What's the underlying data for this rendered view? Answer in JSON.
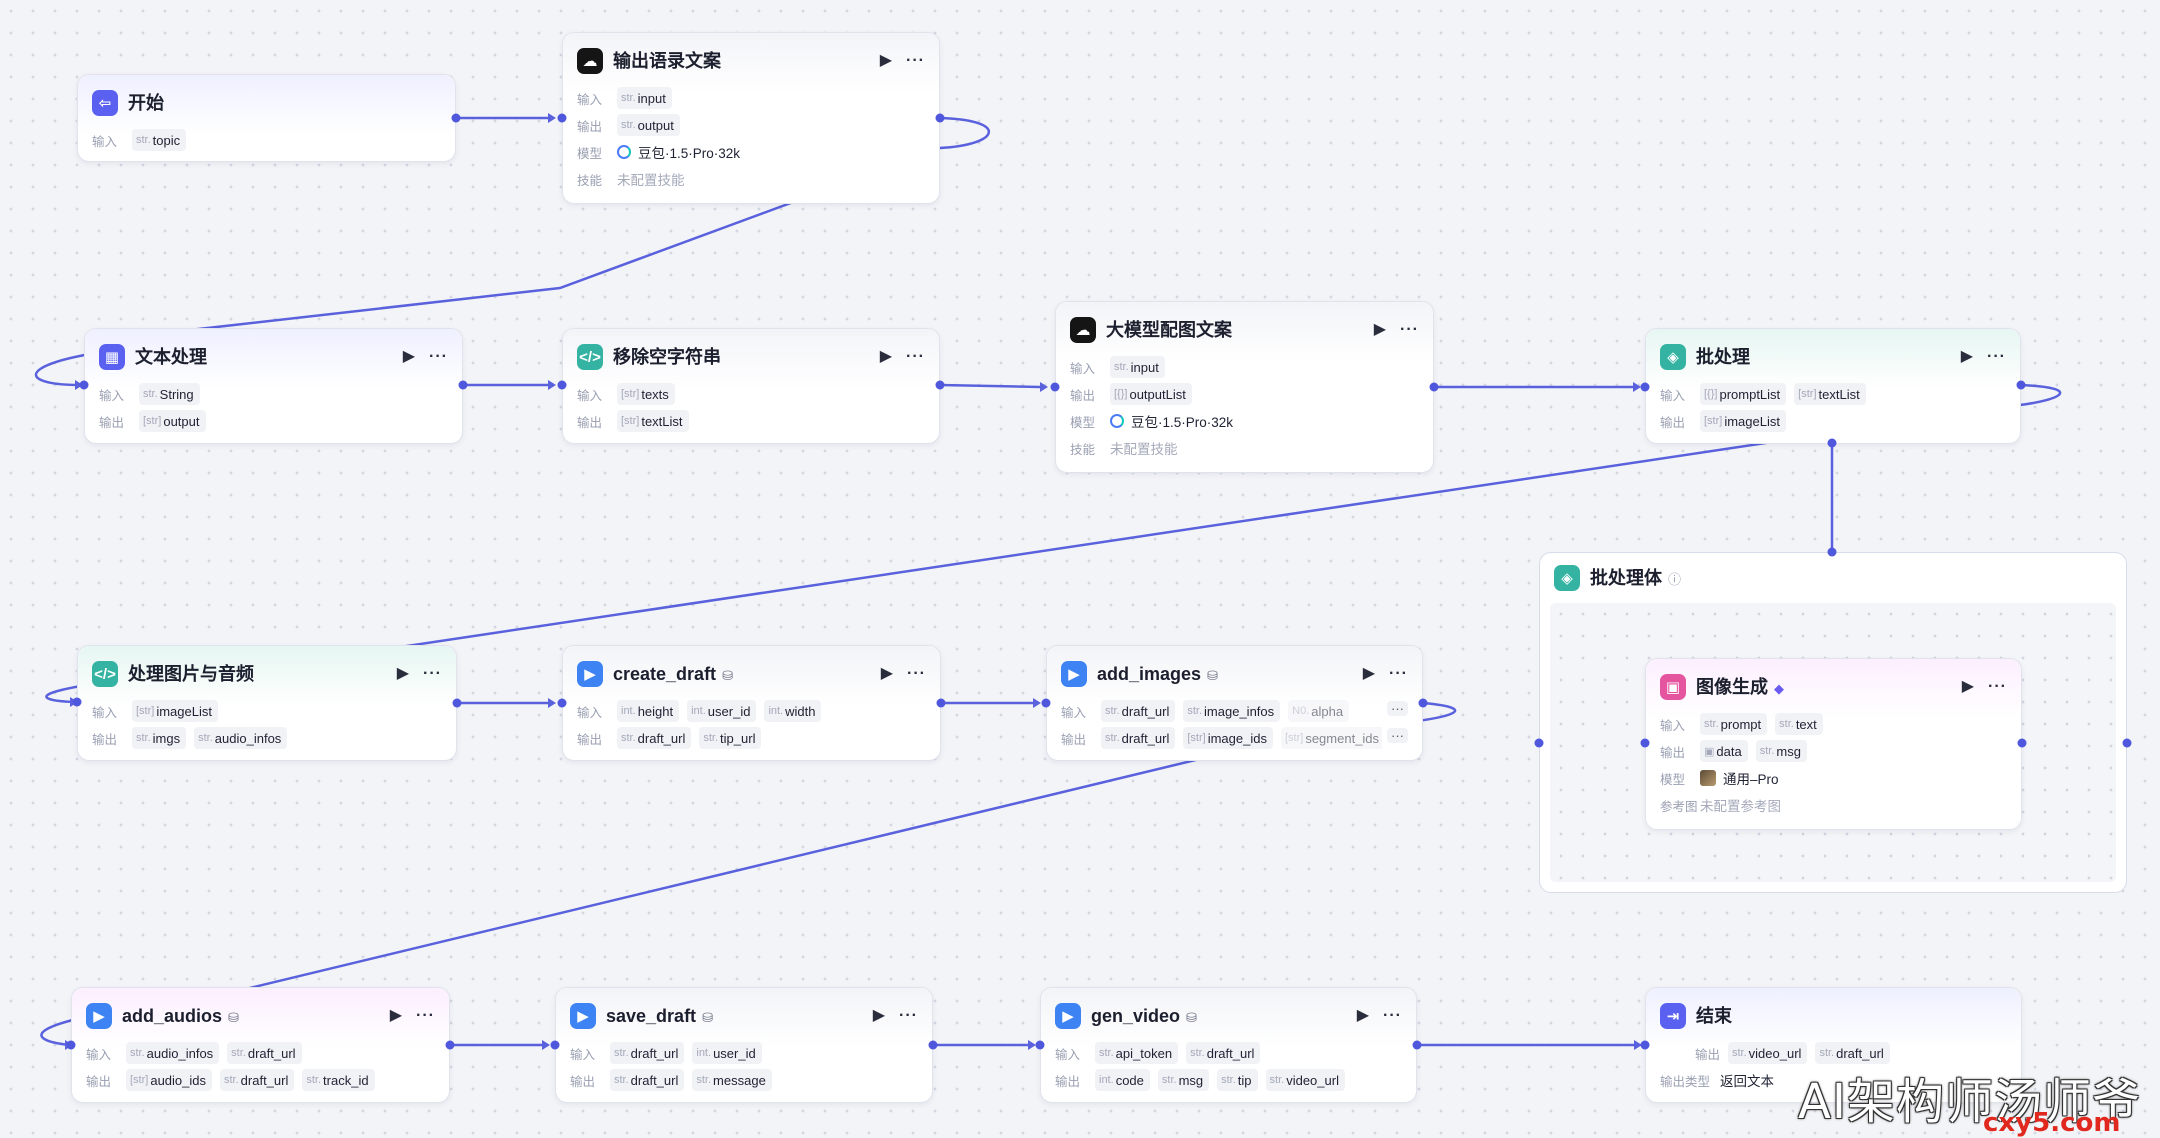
{
  "labels": {
    "input": "输入",
    "output": "输出",
    "model": "模型",
    "skill": "技能",
    "ref_image": "参考图",
    "output_type": "输出类型"
  },
  "nodes": {
    "start": {
      "title": "开始",
      "inputs": [
        {
          "t": "str.",
          "v": "topic"
        }
      ]
    },
    "quote": {
      "title": "输出语录文案",
      "inputs": [
        {
          "t": "str.",
          "v": "input"
        }
      ],
      "outputs": [
        {
          "t": "str.",
          "v": "output"
        }
      ],
      "model": "豆包·1.5·Pro·32k",
      "skill": "未配置技能"
    },
    "text_proc": {
      "title": "文本处理",
      "inputs": [
        {
          "t": "str.",
          "v": "String"
        }
      ],
      "outputs": [
        {
          "t": "[str]",
          "v": "output"
        }
      ]
    },
    "remove_empty": {
      "title": "移除空字符串",
      "inputs": [
        {
          "t": "[str]",
          "v": "texts"
        }
      ],
      "outputs": [
        {
          "t": "[str]",
          "v": "textList"
        }
      ]
    },
    "llm_caption": {
      "title": "大模型配图文案",
      "inputs": [
        {
          "t": "str.",
          "v": "input"
        }
      ],
      "outputs": [
        {
          "t": "[{}]",
          "v": "outputList"
        }
      ],
      "model": "豆包·1.5·Pro·32k",
      "skill": "未配置技能"
    },
    "batch": {
      "title": "批处理",
      "inputs": [
        {
          "t": "[{}]",
          "v": "promptList"
        },
        {
          "t": "[str]",
          "v": "textList"
        }
      ],
      "outputs": [
        {
          "t": "[str]",
          "v": "imageList"
        }
      ]
    },
    "batch_body": {
      "title": "批处理体",
      "info": "ⓘ"
    },
    "image_gen": {
      "title": "图像生成",
      "inputs": [
        {
          "t": "str.",
          "v": "prompt"
        },
        {
          "t": "str.",
          "v": "text"
        }
      ],
      "outputs": [
        {
          "t": "▣",
          "v": "data"
        },
        {
          "t": "str.",
          "v": "msg"
        }
      ],
      "model": "通用–Pro",
      "ref_image": "未配置参考图"
    },
    "proc_media": {
      "title": "处理图片与音频",
      "inputs": [
        {
          "t": "[str]",
          "v": "imageList"
        }
      ],
      "outputs": [
        {
          "t": "str.",
          "v": "imgs"
        },
        {
          "t": "str.",
          "v": "audio_infos"
        }
      ]
    },
    "create_draft": {
      "title": "create_draft",
      "inputs": [
        {
          "t": "int.",
          "v": "height"
        },
        {
          "t": "int.",
          "v": "user_id"
        },
        {
          "t": "int.",
          "v": "width"
        }
      ],
      "outputs": [
        {
          "t": "str.",
          "v": "draft_url"
        },
        {
          "t": "str.",
          "v": "tip_url"
        }
      ]
    },
    "add_images": {
      "title": "add_images",
      "inputs": [
        {
          "t": "str.",
          "v": "draft_url"
        },
        {
          "t": "str.",
          "v": "image_infos"
        },
        {
          "t": "N0.",
          "v": "alpha"
        }
      ],
      "outputs": [
        {
          "t": "str.",
          "v": "draft_url"
        },
        {
          "t": "[str]",
          "v": "image_ids"
        },
        {
          "t": "[str]",
          "v": "segment_ids"
        }
      ]
    },
    "add_audios": {
      "title": "add_audios",
      "inputs": [
        {
          "t": "str.",
          "v": "audio_infos"
        },
        {
          "t": "str.",
          "v": "draft_url"
        }
      ],
      "outputs": [
        {
          "t": "[str]",
          "v": "audio_ids"
        },
        {
          "t": "str.",
          "v": "draft_url"
        },
        {
          "t": "str.",
          "v": "track_id"
        }
      ]
    },
    "save_draft": {
      "title": "save_draft",
      "inputs": [
        {
          "t": "str.",
          "v": "draft_url"
        },
        {
          "t": "int.",
          "v": "user_id"
        }
      ],
      "outputs": [
        {
          "t": "str.",
          "v": "draft_url"
        },
        {
          "t": "str.",
          "v": "message"
        }
      ]
    },
    "gen_video": {
      "title": "gen_video",
      "inputs": [
        {
          "t": "str.",
          "v": "api_token"
        },
        {
          "t": "str.",
          "v": "draft_url"
        }
      ],
      "outputs": [
        {
          "t": "int.",
          "v": "code"
        },
        {
          "t": "str.",
          "v": "msg"
        },
        {
          "t": "str.",
          "v": "tip"
        },
        {
          "t": "str.",
          "v": "video_url"
        }
      ]
    },
    "end": {
      "title": "结束",
      "outputs": [
        {
          "t": "str.",
          "v": "video_url"
        },
        {
          "t": "str.",
          "v": "draft_url"
        }
      ],
      "output_type": "返回文本"
    }
  },
  "controls": {
    "run": "▶",
    "more": "···",
    "plugin_badge": "⛁",
    "overflow": "···"
  },
  "watermark": {
    "text": "AI架构师汤师爷",
    "site": "cxy5.com"
  },
  "colors": {
    "edge": "#5a61dd",
    "port": "#4f57dd"
  }
}
